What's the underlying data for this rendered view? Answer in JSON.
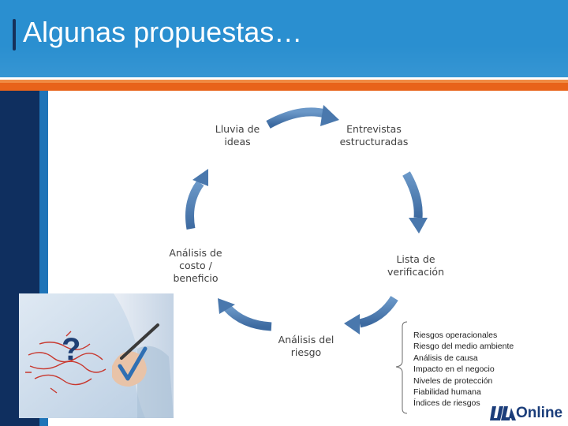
{
  "slide": {
    "title": "Algunas propuestas…"
  },
  "cycle": {
    "nodes": [
      {
        "line1": "Lluvia de",
        "line2": "ideas"
      },
      {
        "line1": "Entrevistas",
        "line2": "estructuradas"
      },
      {
        "line1": "Lista de",
        "line2": "verificación"
      },
      {
        "line1": "Análisis del",
        "line2": "riesgo"
      },
      {
        "line1": "Análisis de",
        "line2": "costo /",
        "line3": "beneficio"
      }
    ]
  },
  "risk_list": [
    "Riesgos operacionales",
    "Riesgo del medio ambiente",
    "Análisis de causa",
    "Impacto en el negocio",
    "Niveles de protección",
    "Fiabilidad humana",
    "Índices de riesgos"
  ],
  "logo": {
    "text": "Online"
  },
  "colors": {
    "header_blue": "#2a8fd0",
    "orange": "#e8631a",
    "navy": "#0f2f5f",
    "arrow_blue": "#4a78ad"
  },
  "icons": {
    "arrows": "curved-arrow-icon",
    "photo": "question-check-photo",
    "logo": "ula-logo"
  }
}
